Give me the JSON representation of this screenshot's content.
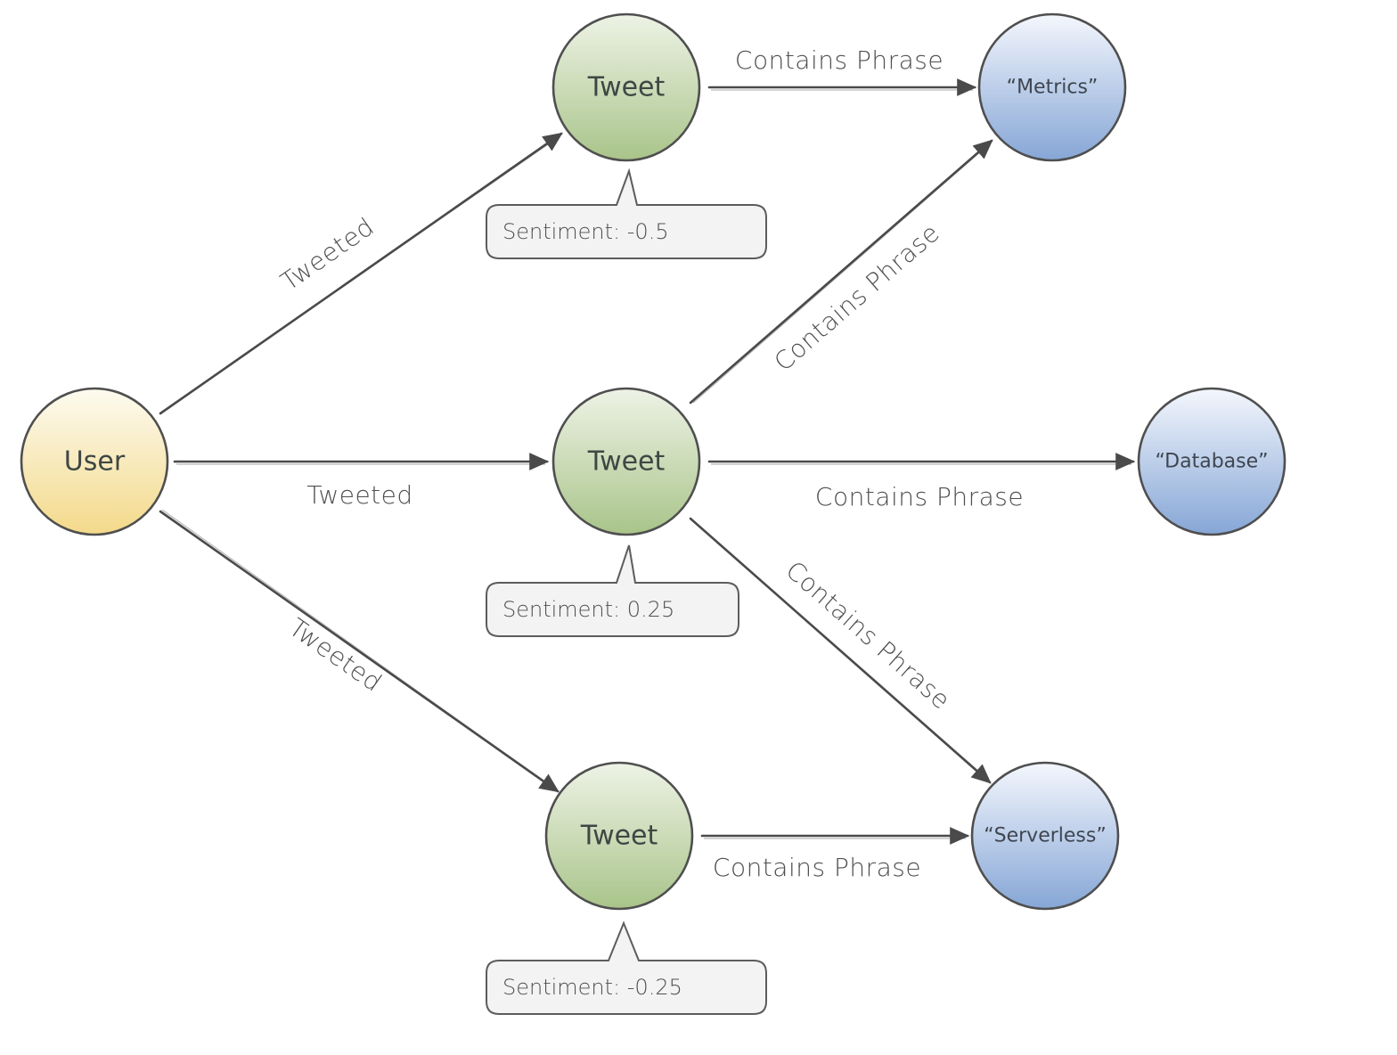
{
  "nodes": {
    "user": {
      "label": "User"
    },
    "tweet_top": {
      "label": "Tweet"
    },
    "tweet_middle": {
      "label": "Tweet"
    },
    "tweet_bottom": {
      "label": "Tweet"
    },
    "phrase_metrics": {
      "label": "“Metrics”"
    },
    "phrase_database": {
      "label": "“Database”"
    },
    "phrase_serverless": {
      "label": "“Serverless”"
    }
  },
  "edges": {
    "user_to_tweet_top": {
      "label": "Tweeted"
    },
    "user_to_tweet_middle": {
      "label": "Tweeted"
    },
    "user_to_tweet_bottom": {
      "label": "Tweeted"
    },
    "tweet_top_to_metrics": {
      "label": "Contains Phrase"
    },
    "tweet_middle_to_metrics": {
      "label": "Contains Phrase"
    },
    "tweet_middle_to_database": {
      "label": "Contains Phrase"
    },
    "tweet_middle_to_serverless": {
      "label": "Contains Phrase"
    },
    "tweet_bottom_to_serverless": {
      "label": "Contains Phrase"
    }
  },
  "callouts": {
    "tweet_top_sentiment": {
      "text": "Sentiment: -0.5"
    },
    "tweet_middle_sentiment": {
      "text": "Sentiment: 0.25"
    },
    "tweet_bottom_sentiment": {
      "text": "Sentiment: -0.25"
    }
  },
  "colors": {
    "user_top": "#fdfbf0",
    "user_bottom": "#f3d98a",
    "tweet_top": "#eef3e6",
    "tweet_bottom": "#a9c48a",
    "phrase_top": "#f4f7fd",
    "phrase_bottom": "#86a6d6",
    "edge": "#4a4a4a"
  }
}
